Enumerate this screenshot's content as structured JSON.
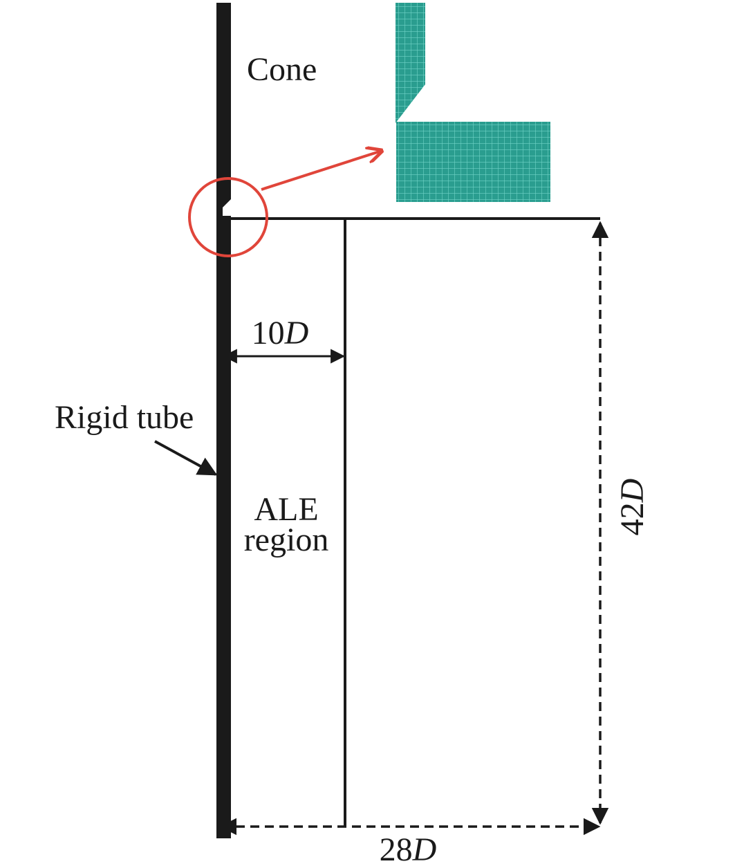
{
  "figure": {
    "labels": {
      "cone": "Cone",
      "rigid_tube": "Rigid tube",
      "ale_line1": "ALE",
      "ale_line2": "region"
    },
    "dimensions": {
      "ale_width": {
        "value": "10",
        "unit": "D"
      },
      "domain_height": {
        "value": "42",
        "unit": "D"
      },
      "domain_width": {
        "value": "28",
        "unit": "D"
      }
    },
    "colors": {
      "mesh_fill": "#2a9d8f",
      "mesh_grid": "#5fc8bb",
      "highlight": "#e0453a",
      "ink": "#1a1a1a"
    }
  }
}
